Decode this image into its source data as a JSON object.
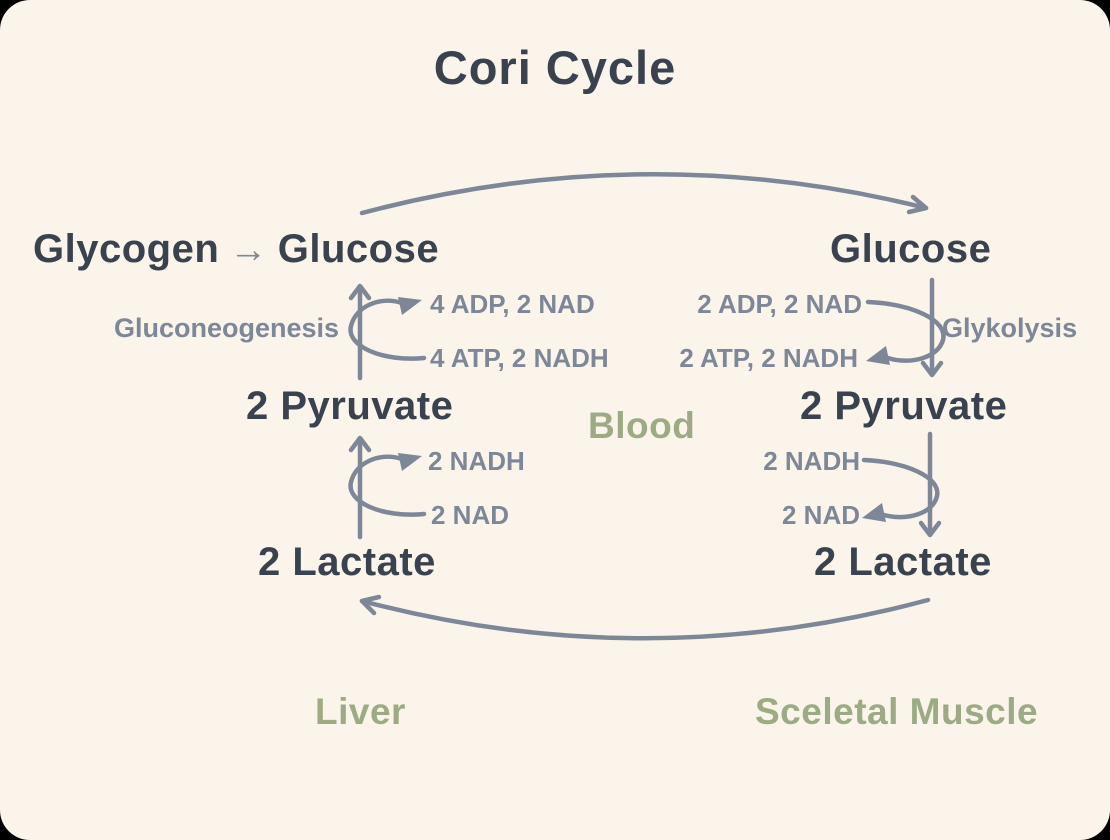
{
  "title": "Cori Cycle",
  "colors": {
    "background": "#faf4ea",
    "metabolite_text": "#3a424f",
    "arrow_and_cofactor_gray": "#7d8798",
    "region_green": "#9cab83"
  },
  "regions": {
    "liver_label": "Liver",
    "blood_label": "Blood",
    "muscle_label": "Sceletal Muscle"
  },
  "liver": {
    "glycogen_label": "Glycogen",
    "conversion_arrow": "→",
    "glucose_label": "Glucose",
    "pathway_label": "Gluconeogenesis",
    "pyruvate_label": "2 Pyruvate",
    "lactate_label": "2 Lactate",
    "glucose_step_cofactor_out": "4 ADP, 2 NAD",
    "glucose_step_cofactor_in": "4 ATP, 2 NADH",
    "pyruvate_step_cofactor_out": "2 NADH",
    "pyruvate_step_cofactor_in": "2 NAD"
  },
  "muscle": {
    "glucose_label": "Glucose",
    "pathway_label": "Glykolysis",
    "pyruvate_label": "2 Pyruvate",
    "lactate_label": "2 Lactate",
    "glucose_step_cofactor_in": "2 ADP, 2 NAD",
    "glucose_step_cofactor_out": "2 ATP, 2 NADH",
    "pyruvate_step_cofactor_in": "2 NADH",
    "pyruvate_step_cofactor_out": "2 NAD"
  }
}
